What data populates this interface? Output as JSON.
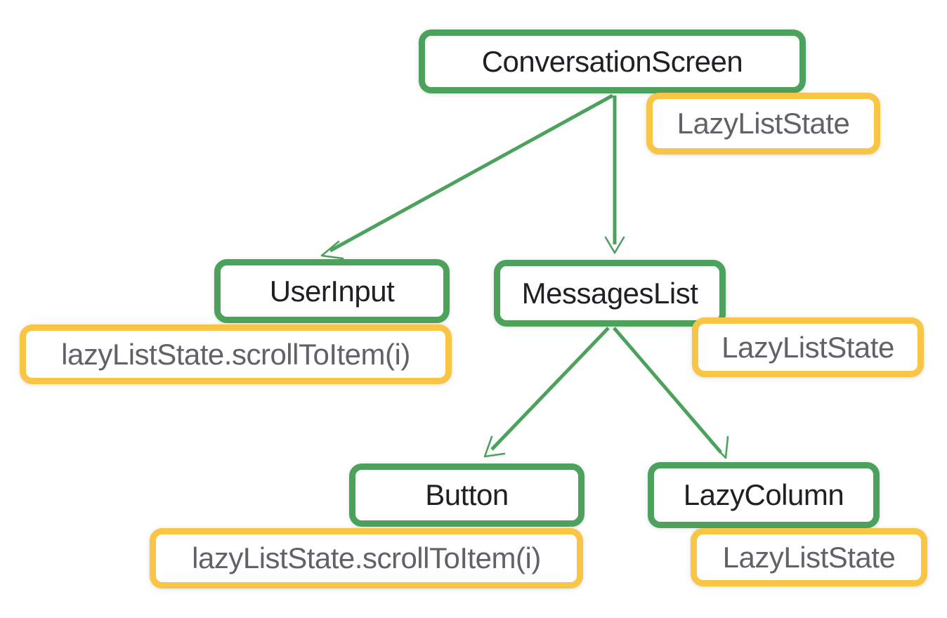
{
  "colors": {
    "composable_border": "#4ca15c",
    "state_border": "#f8c545",
    "composable_text": "#1f2023",
    "state_text": "#5f6368",
    "background": "#ffffff",
    "edge": "#4ca15c"
  },
  "nodes": [
    {
      "id": "conversation-screen",
      "label": "ConversationScreen",
      "kind": "composable"
    },
    {
      "id": "conversation-screen-state",
      "label": "LazyListState",
      "kind": "state"
    },
    {
      "id": "user-input",
      "label": "UserInput",
      "kind": "composable"
    },
    {
      "id": "user-input-event",
      "label": "lazyListState.scrollToItem(i)",
      "kind": "state"
    },
    {
      "id": "messages-list",
      "label": "MessagesList",
      "kind": "composable"
    },
    {
      "id": "messages-list-state",
      "label": "LazyListState",
      "kind": "state"
    },
    {
      "id": "button",
      "label": "Button",
      "kind": "composable"
    },
    {
      "id": "button-event",
      "label": "lazyListState.scrollToItem(i)",
      "kind": "state"
    },
    {
      "id": "lazy-column",
      "label": "LazyColumn",
      "kind": "composable"
    },
    {
      "id": "lazy-column-state",
      "label": "LazyListState",
      "kind": "state"
    }
  ],
  "edges": [
    {
      "from": "ConversationScreen",
      "to": "UserInput"
    },
    {
      "from": "ConversationScreen",
      "to": "MessagesList"
    },
    {
      "from": "MessagesList",
      "to": "Button"
    },
    {
      "from": "MessagesList",
      "to": "LazyColumn"
    }
  ]
}
